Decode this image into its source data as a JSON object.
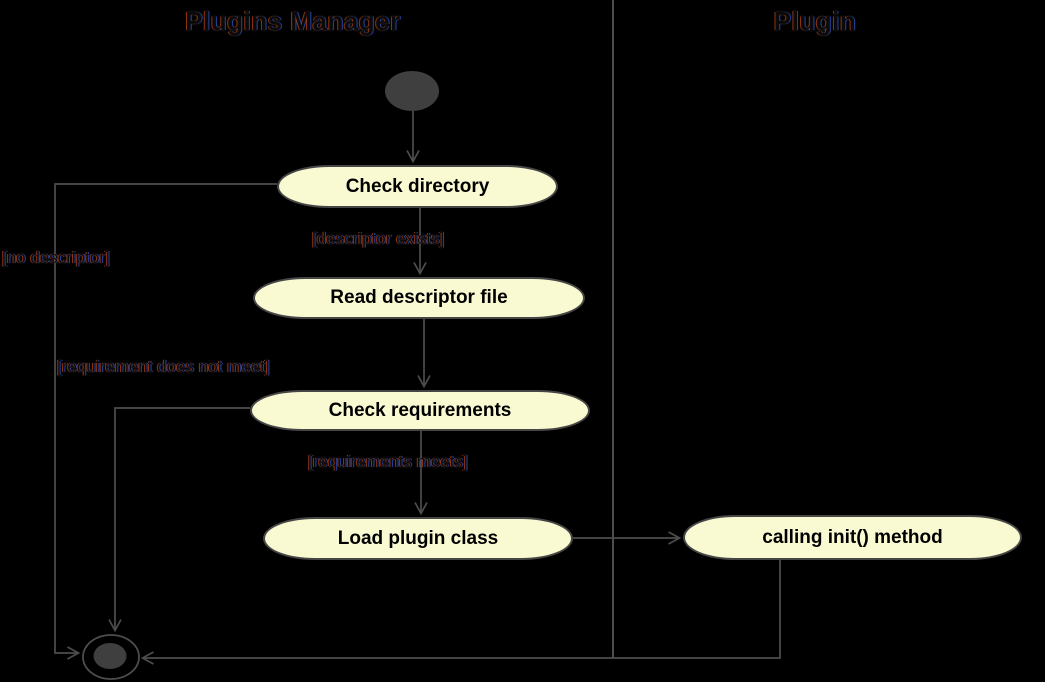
{
  "diagram": {
    "type": "uml-activity-diagram",
    "lanes": [
      {
        "title": "Plugins Manager"
      },
      {
        "title": "Plugin"
      }
    ],
    "nodes": [
      {
        "label": "Check directory"
      },
      {
        "label": "Read descriptor file"
      },
      {
        "label": "Check requirements"
      },
      {
        "label": "Load plugin class"
      },
      {
        "label": "calling init() method"
      }
    ],
    "guards": {
      "descriptor_exists": "[descriptor exists]",
      "no_descriptor": "[no descriptor]",
      "requirement_not_met": "[requirement does not meet]",
      "requirements_meet": "[requirements meets]"
    },
    "colors": {
      "background": "#000000",
      "node_fill": "#FAFAD2",
      "node_border": "#464646",
      "node_text": "#000000",
      "edge": "#4d4d4d",
      "start_end_fill": "#3f3f3f"
    }
  }
}
